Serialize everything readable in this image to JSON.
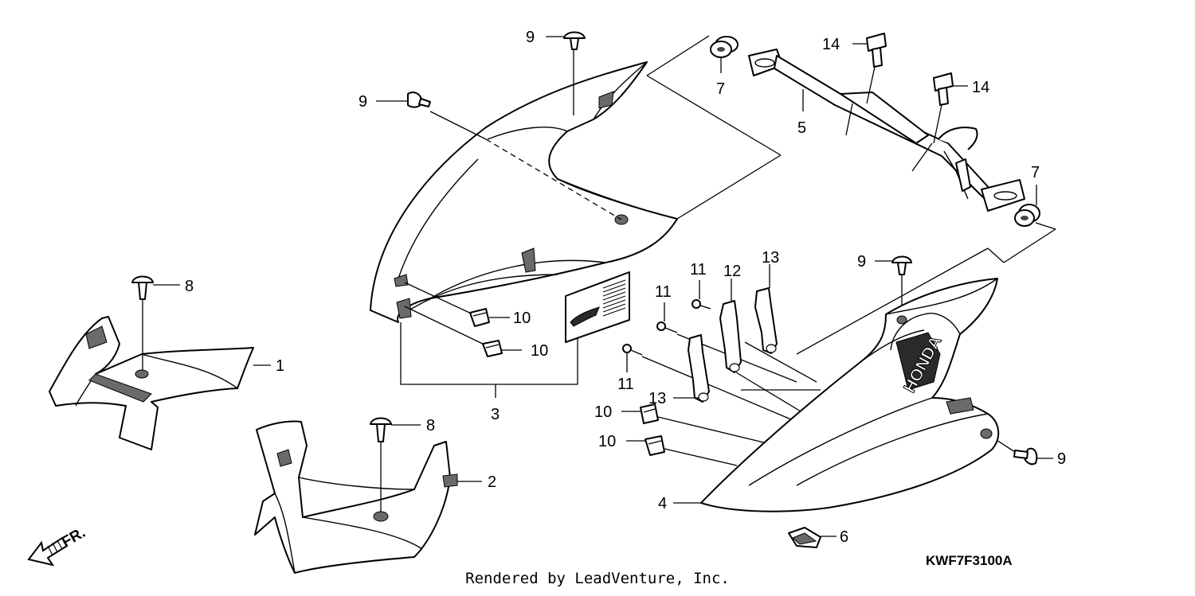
{
  "diagram_code": "KWF7F3100A",
  "footer_text": "Rendered by LeadVenture, Inc.",
  "direction_label": "FR.",
  "callouts": {
    "c1": "1",
    "c2": "2",
    "c3": "3",
    "c4": "4",
    "c5": "5",
    "c6": "6",
    "c7a": "7",
    "c7b": "7",
    "c8a": "8",
    "c8b": "8",
    "c9a": "9",
    "c9b": "9",
    "c9c": "9",
    "c9d": "9",
    "c10a": "10",
    "c10b": "10",
    "c10c": "10",
    "c10d": "10",
    "c11a": "11",
    "c11b": "11",
    "c11c": "11",
    "c12": "12",
    "c13a": "13",
    "c13b": "13",
    "c14a": "14",
    "c14b": "14"
  },
  "cowl_brand": "HONDA"
}
